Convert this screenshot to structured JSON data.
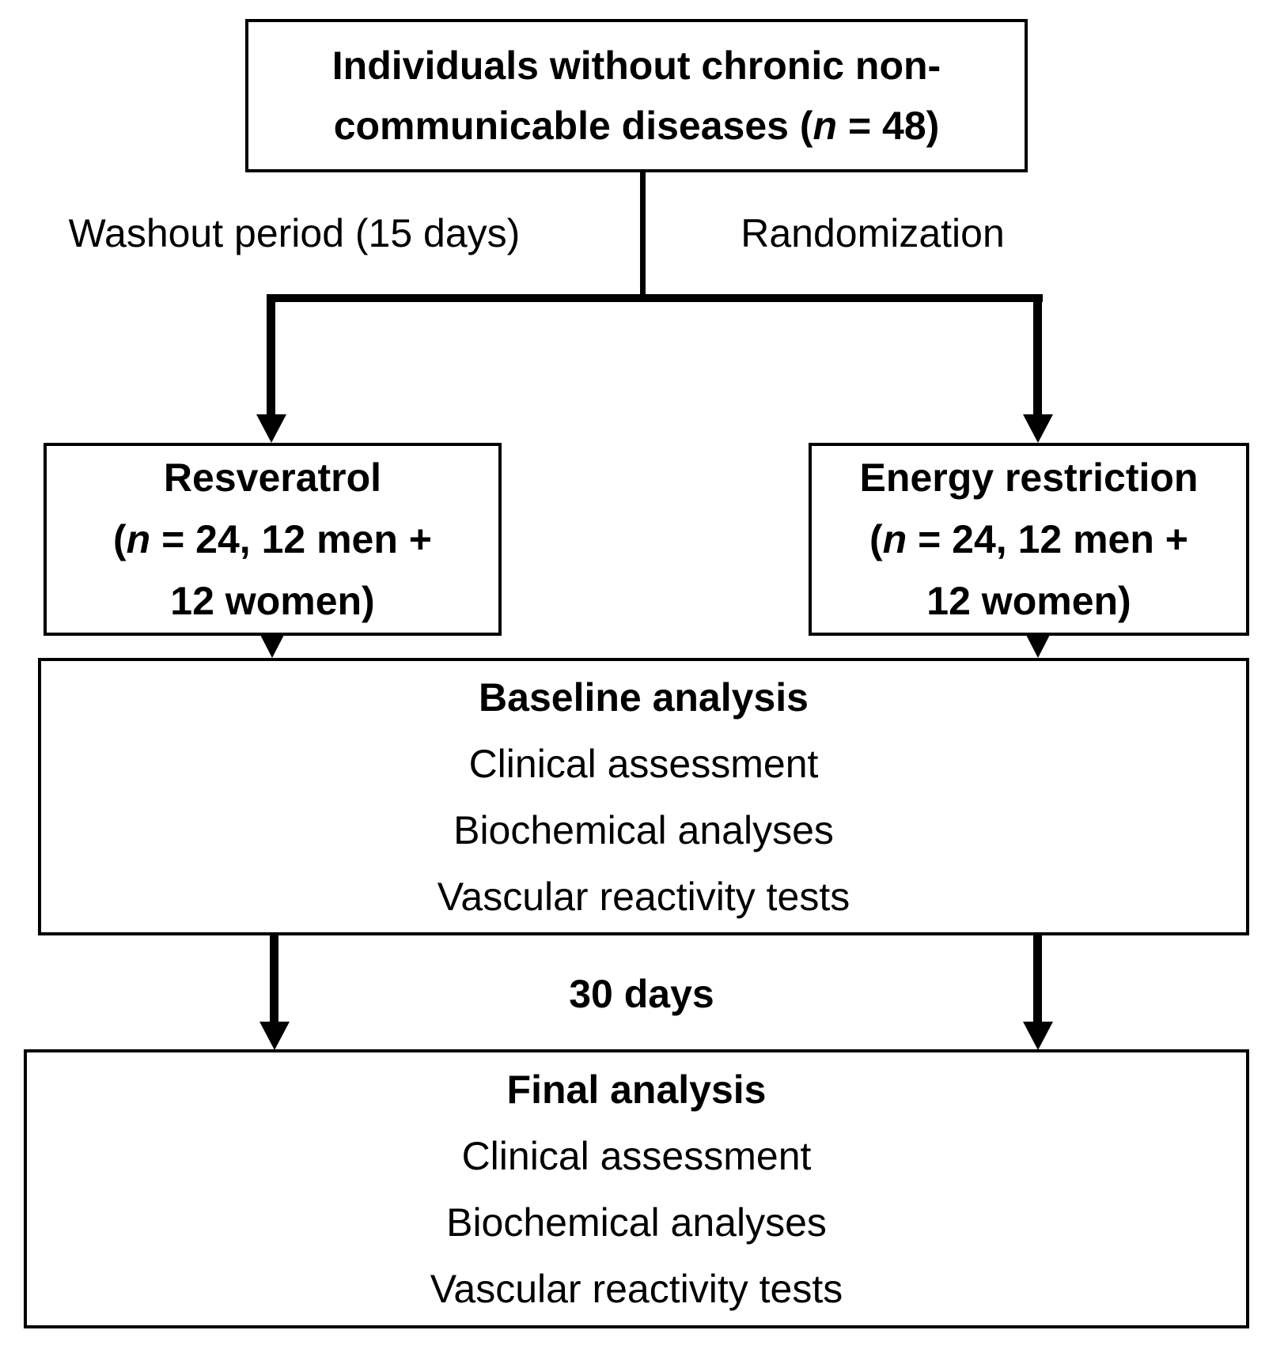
{
  "colors": {
    "ink": "#000000",
    "paper": "#ffffff"
  },
  "diagram": {
    "top_box": {
      "line1": "Individuals without chronic non-",
      "line2_pre": "communicable diseases (",
      "line2_italic": "n",
      "line2_post": " = 48)"
    },
    "labels": {
      "washout": "Washout period (15 days)",
      "randomization": "Randomization",
      "interval": "30 days"
    },
    "left_box": {
      "title": "Resveratrol",
      "line2_pre": "(",
      "line2_italic": "n",
      "line2_post": " = 24, 12 men +",
      "line3": "12 women)"
    },
    "right_box": {
      "title": "Energy restriction",
      "line2_pre": "(",
      "line2_italic": "n",
      "line2_post": " = 24, 12 men +",
      "line3": "12 women)"
    },
    "baseline_box": {
      "title": "Baseline analysis",
      "items": [
        "Clinical assessment",
        "Biochemical analyses",
        "Vascular reactivity tests"
      ]
    },
    "final_box": {
      "title": "Final analysis",
      "items": [
        "Clinical assessment",
        "Biochemical analyses",
        "Vascular reactivity tests"
      ]
    }
  }
}
